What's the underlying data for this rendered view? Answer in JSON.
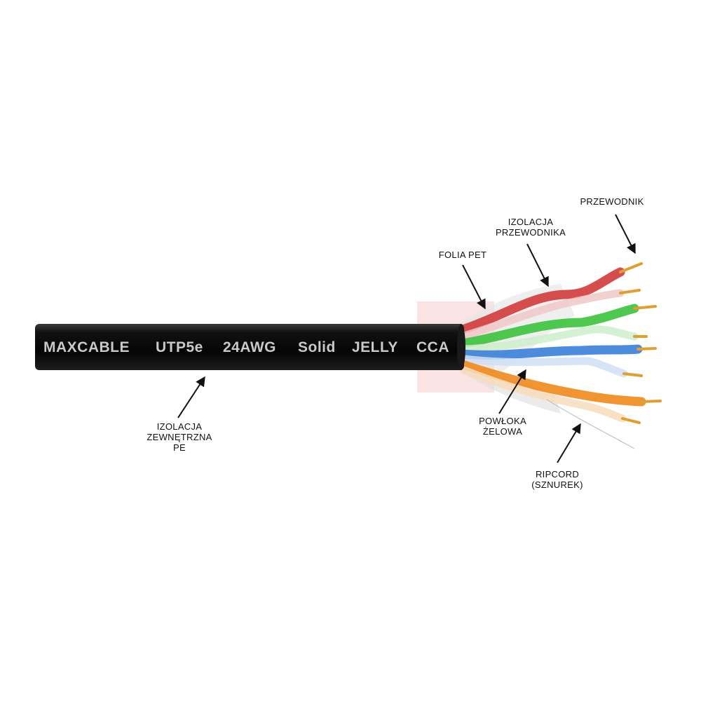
{
  "cable": {
    "print": [
      "MAXCABLE",
      "UTP5e",
      "24AWG",
      "Solid",
      "JELLY",
      "CCA"
    ],
    "jacket_color": "#0a0a0a",
    "print_color": "#c9c9c9",
    "conductor_color": "#e0a030"
  },
  "pairs": [
    {
      "color": "red",
      "hex": "#d23a3a"
    },
    {
      "color": "green",
      "hex": "#3cc23c"
    },
    {
      "color": "blue",
      "hex": "#3a7fd8"
    },
    {
      "color": "orange",
      "hex": "#ee8a1c"
    }
  ],
  "labels": {
    "przewodnik": [
      "PRZEWODNIK"
    ],
    "izolacja_przewodnika": [
      "IZOLACJA",
      "PRZEWODNIKA"
    ],
    "folia_pet": [
      "FOLIA PET"
    ],
    "izolacja_zewnetrzna": [
      "IZOLACJA",
      "ZEWNĘTRZNA",
      "PE"
    ],
    "powloka_zelowa": [
      "POWŁOKA",
      "ŻELOWA"
    ],
    "ripcord": [
      "RIPCORD",
      "(SZNUREK)"
    ]
  }
}
